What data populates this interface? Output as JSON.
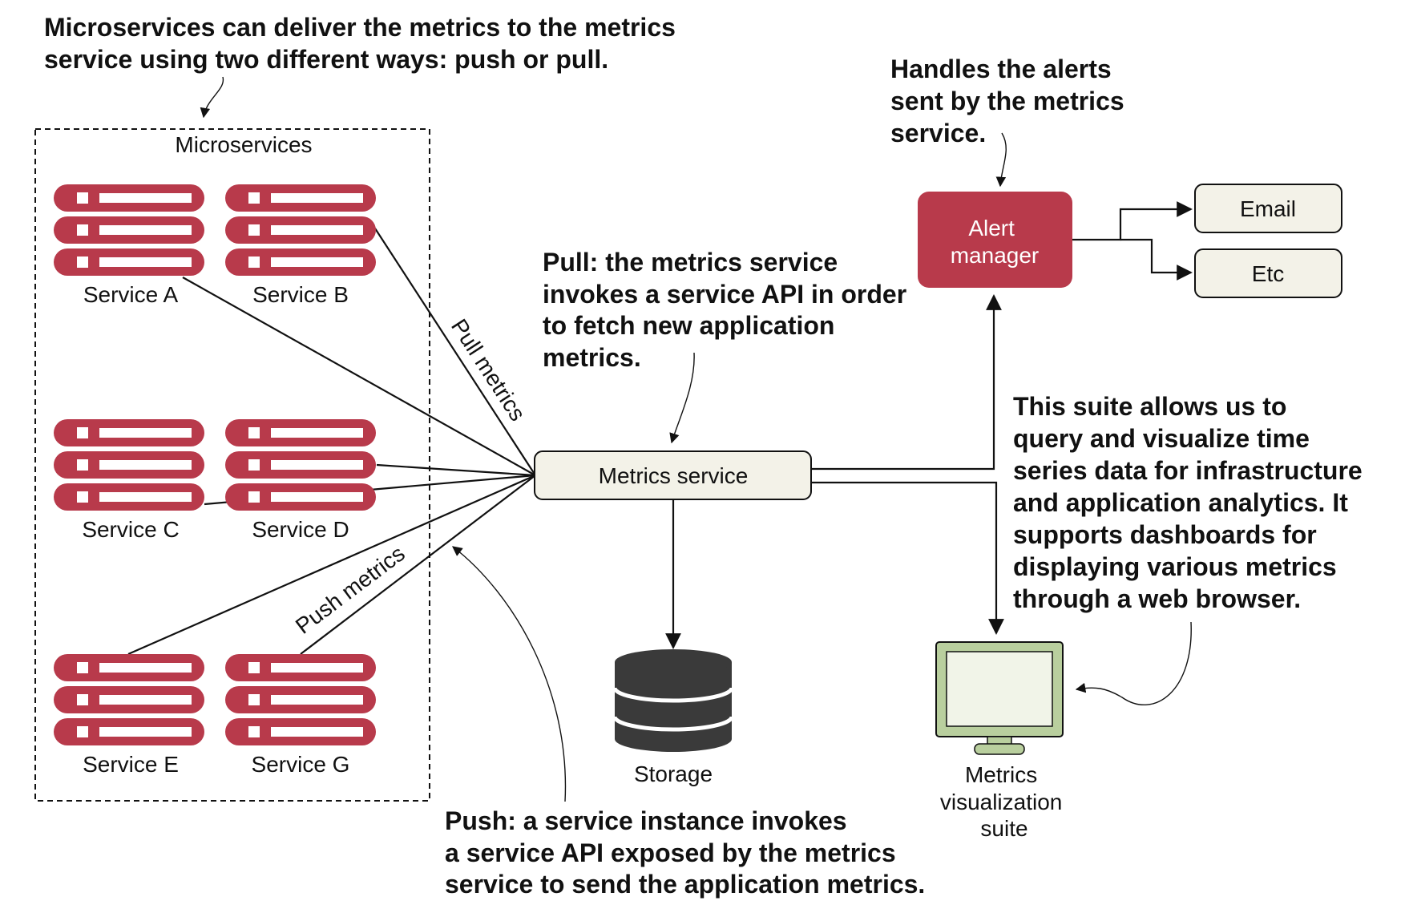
{
  "annotations": {
    "microservices_note": [
      "Microservices can deliver the metrics to the metrics",
      "service using two different ways: push or pull."
    ],
    "alerts_note": [
      "Handles the alerts",
      "sent by the metrics",
      "service."
    ],
    "pull_note": [
      "Pull: the metrics service",
      "invokes a service API in order",
      "to fetch new application",
      "metrics."
    ],
    "suite_note": [
      "This suite allows us to",
      "query and visualize time",
      "series data for infrastructure",
      "and application analytics. It",
      "supports dashboards for",
      "displaying various metrics",
      "through a web browser."
    ],
    "push_note": [
      "Push: a service instance invokes",
      "a service API exposed by the metrics",
      "service to send the application metrics."
    ]
  },
  "microservices_group": {
    "title": "Microservices"
  },
  "services": [
    {
      "id": "a",
      "label": "Service A"
    },
    {
      "id": "b",
      "label": "Service B"
    },
    {
      "id": "c",
      "label": "Service C"
    },
    {
      "id": "d",
      "label": "Service D"
    },
    {
      "id": "e",
      "label": "Service E"
    },
    {
      "id": "g",
      "label": "Service G"
    }
  ],
  "edge_labels": {
    "pull": "Pull metrics",
    "push": "Push metrics"
  },
  "nodes": {
    "metrics_service": "Metrics service",
    "alert_manager": [
      "Alert",
      "manager"
    ],
    "email": "Email",
    "etc": "Etc",
    "storage": "Storage",
    "visualization": [
      "Metrics",
      "visualization",
      "suite"
    ]
  },
  "colors": {
    "server_red": "#b83a4b",
    "alert_red": "#b83a4b",
    "box_fill": "#f3f2e8",
    "storage_dark": "#3a3a3a",
    "monitor_green": "#b9cf9e",
    "monitor_screen": "#f1f4e8"
  }
}
